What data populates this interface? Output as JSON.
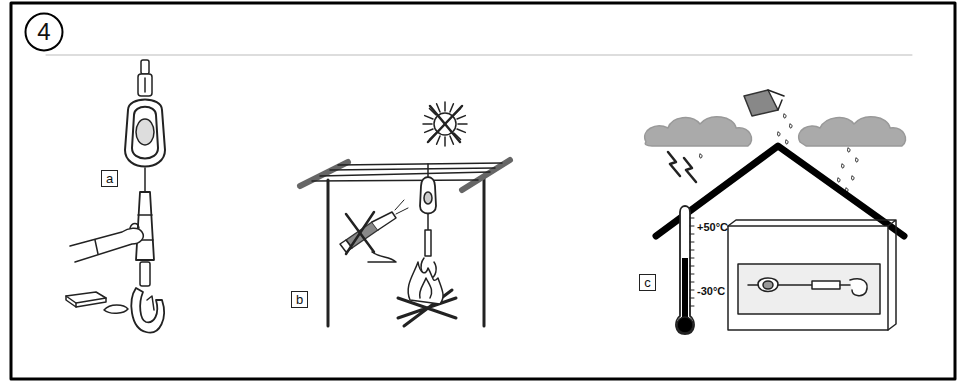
{
  "diagram": {
    "nodes": [
      {
        "text": [
          "4"
        ]
      },
      {
        "text": [
          "a"
        ]
      },
      {
        "text": [
          "b"
        ]
      },
      {
        "text": [
          "c"
        ]
      }
    ],
    "labels": [
      "+50°C",
      "-30°C"
    ]
  }
}
